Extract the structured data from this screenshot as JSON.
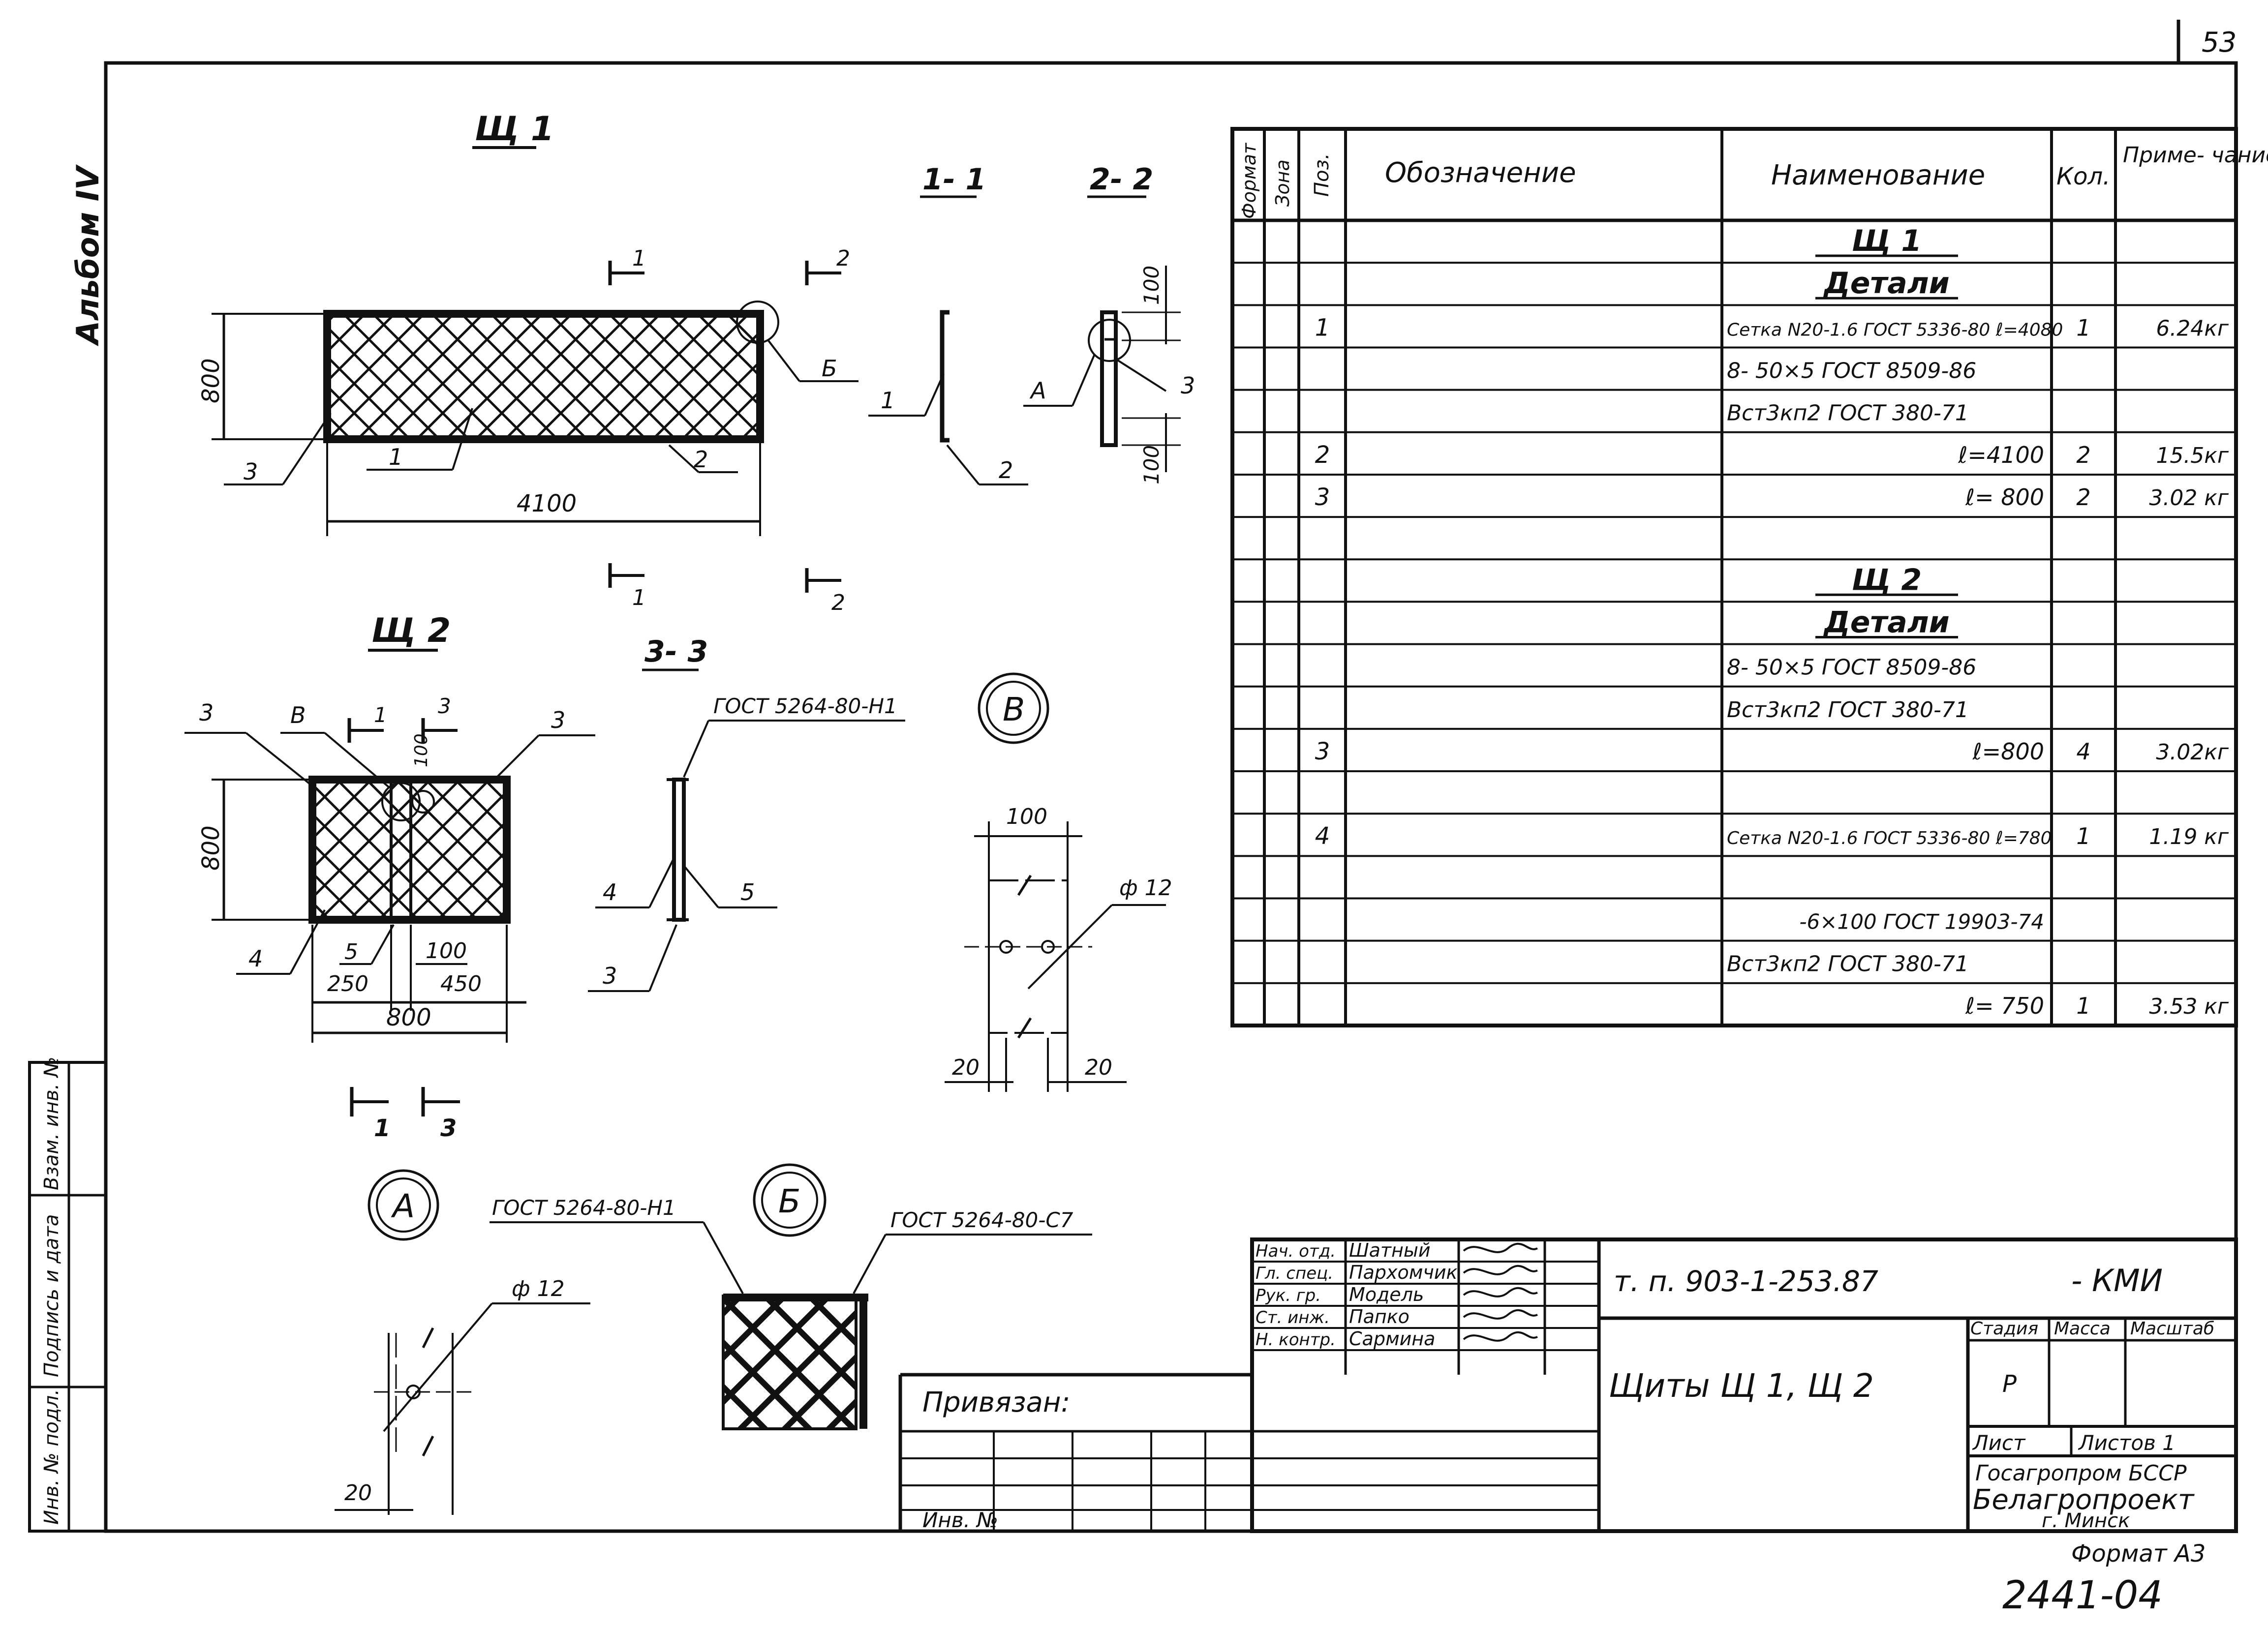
{
  "sheet": {
    "page_number": "53",
    "album": "Альбом IV",
    "format": "Формат А3",
    "inventory_code": "2441-04"
  },
  "views": {
    "shch1_title": "Щ 1",
    "shch2_title": "Щ 2",
    "section_1_1": "1- 1",
    "section_2_2": "2- 2",
    "section_3_3": "3- 3",
    "section_mark_1": "1",
    "section_mark_2": "2",
    "section_mark_3": "3",
    "node_A": "А",
    "node_B": "Б",
    "node_V": "В"
  },
  "dimensions": {
    "shch1_length": "4100",
    "shch1_height": "800",
    "shch2_width": "800",
    "shch2_height": "800",
    "shch2_left": "250",
    "shch2_right": "450",
    "shch2_strip": "100",
    "section_22_top": "100",
    "section_22_bottom": "100",
    "node_V_width": "100",
    "node_V_edge": "20",
    "node_A_edge": "20",
    "diameter": "ф 12",
    "shch2_top_strip": "100"
  },
  "positions": {
    "p1": "1",
    "p2": "2",
    "p3": "3",
    "p4": "4",
    "p5": "5",
    "pA": "А",
    "pB": "Б",
    "pV": "В"
  },
  "standards": {
    "weld_n1": "ГОСТ 5264-80-Н1",
    "weld_n1_b": "ГОСТ 5264-80-Н1",
    "weld_n1_v": "ГОСТ 5264-80-Н1",
    "weld_c7": "ГОСТ 5264-80-С7"
  },
  "spec_table": {
    "headers": {
      "format": "Формат",
      "zone": "Зона",
      "pos": "Поз.",
      "designation": "Обозначение",
      "name": "Наименование",
      "qty": "Кол.",
      "note": "Приме- чание"
    },
    "rows": [
      {
        "pos": "",
        "name": "Щ 1",
        "qty": "",
        "note": ""
      },
      {
        "pos": "",
        "name": "Детали",
        "qty": "",
        "note": ""
      },
      {
        "pos": "1",
        "name": "Сетка N20-1.6 ГОСТ 5336-80 ℓ=4080",
        "qty": "1",
        "note": "6.24кг"
      },
      {
        "pos": "",
        "name": "8- 50×5 ГОСТ 8509-86",
        "qty": "",
        "note": ""
      },
      {
        "pos": "",
        "name": "Вст3кп2 ГОСТ 380-71",
        "qty": "",
        "note": ""
      },
      {
        "pos": "2",
        "name": "ℓ=4100",
        "qty": "2",
        "note": "15.5кг"
      },
      {
        "pos": "3",
        "name": "ℓ= 800",
        "qty": "2",
        "note": "3.02 кг"
      },
      {
        "pos": "",
        "name": "",
        "qty": "",
        "note": ""
      },
      {
        "pos": "",
        "name": "Щ 2",
        "qty": "",
        "note": ""
      },
      {
        "pos": "",
        "name": "Детали",
        "qty": "",
        "note": ""
      },
      {
        "pos": "",
        "name": "8- 50×5 ГОСТ 8509-86",
        "qty": "",
        "note": ""
      },
      {
        "pos": "",
        "name": "Вст3кп2 ГОСТ 380-71",
        "qty": "",
        "note": ""
      },
      {
        "pos": "3",
        "name": "ℓ=800",
        "qty": "4",
        "note": "3.02кг"
      },
      {
        "pos": "",
        "name": "",
        "qty": "",
        "note": ""
      },
      {
        "pos": "4",
        "name": "Сетка N20-1.6 ГОСТ 5336-80 ℓ=780",
        "qty": "1",
        "note": "1.19 кг"
      },
      {
        "pos": "",
        "name": "",
        "qty": "",
        "note": ""
      },
      {
        "pos": "",
        "name": "-6×100 ГОСТ 19903-74",
        "qty": "",
        "note": ""
      },
      {
        "pos": "",
        "name": "Вст3кп2 ГОСТ 380-71",
        "qty": "",
        "note": ""
      },
      {
        "pos": "",
        "name": "ℓ= 750",
        "qty": "1",
        "note": "3.53 кг"
      }
    ]
  },
  "title_block": {
    "roles": [
      "Нач. отд.",
      "Гл. спец.",
      "Рук. гр.",
      "Ст. инж.",
      "Н. контр."
    ],
    "names": [
      "Шатный",
      "Пархомчик",
      "Модель",
      "Папко",
      "Сармина"
    ],
    "doc_number": "т. п.   903-1-253.87",
    "doc_suffix": "- КМИ",
    "doc_title": "Щиты Щ 1, Щ 2",
    "stage_label": "Стадия",
    "mass_label": "Масса",
    "scale_label": "Масштаб",
    "stage_value": "Р",
    "sheet_label": "Лист",
    "sheets_label": "Листов 1",
    "org_line1": "Госагропром БССР",
    "org_line2": "Белагропроект",
    "org_line3": "г. Минск",
    "bound_label": "Привязан:",
    "inv_label": "Инв. №"
  },
  "side_stamp": {
    "inv_orig": "Инв. № подл.",
    "signature_date": "Подпись и дата",
    "replace_inv": "Взам. инв. №"
  }
}
